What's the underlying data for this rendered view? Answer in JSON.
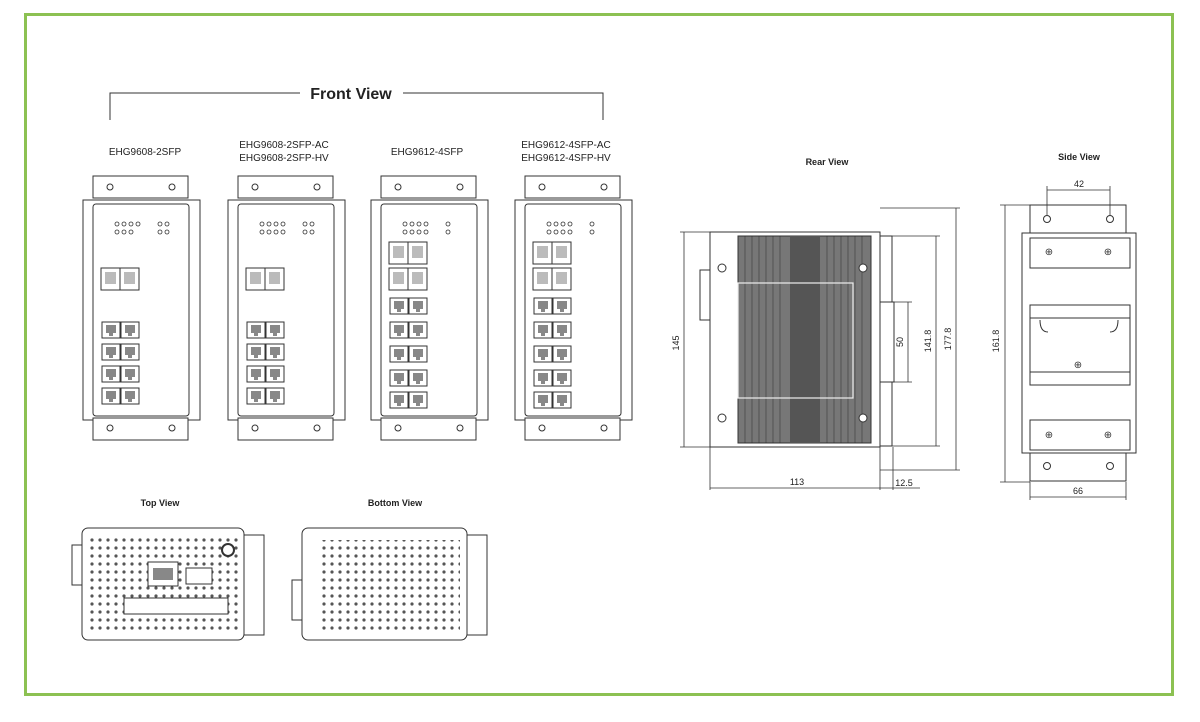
{
  "frame_color": "#8cc152",
  "front_view": {
    "title": "Front View",
    "models": [
      {
        "line1": "EHG9608-2SFP",
        "line2": ""
      },
      {
        "line1": "EHG9608-2SFP-AC",
        "line2": "EHG9608-2SFP-HV"
      },
      {
        "line1": "EHG9612-4SFP",
        "line2": ""
      },
      {
        "line1": "EHG9612-4SFP-AC",
        "line2": "EHG9612-4SFP-HV"
      }
    ]
  },
  "rear_view": {
    "title": "Rear View",
    "dimensions": {
      "height": "145",
      "depth": "113",
      "din_clip": "50",
      "mount_inner": "141.8",
      "mount_outer": "177.8",
      "bracket": "12.5"
    }
  },
  "side_view": {
    "title": "Side View",
    "dimensions": {
      "hole_spacing": "42",
      "height": "161.8",
      "width": "66"
    }
  },
  "top_view": {
    "title": "Top View"
  },
  "bottom_view": {
    "title": "Bottom View"
  }
}
